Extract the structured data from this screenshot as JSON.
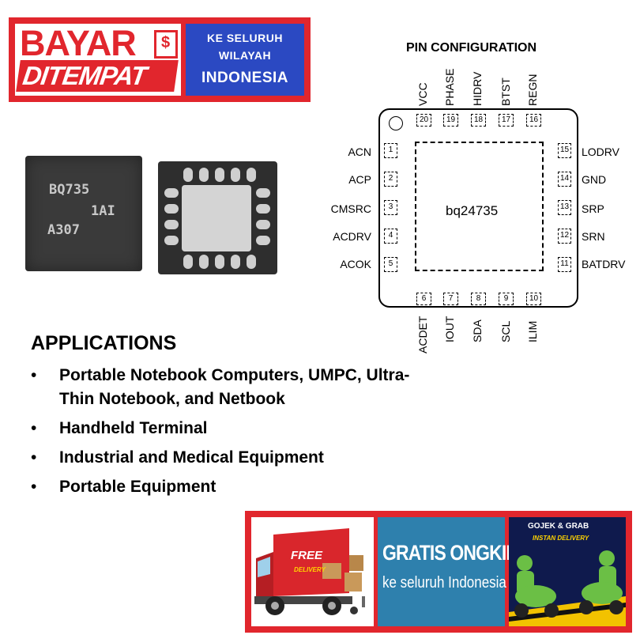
{
  "banner": {
    "line1": "BAYAR",
    "line2": "DITEMPAT",
    "right_line1": "KE SELURUH",
    "right_line2": "WILAYAH",
    "right_line3": "INDONESIA"
  },
  "chip_photo": {
    "marking_line1": "BQ735",
    "marking_line2": "1AI",
    "marking_line3": "A307"
  },
  "pin_config": {
    "title": "PIN CONFIGURATION",
    "part": "bq24735",
    "top_pins": [
      {
        "num": "20",
        "name": "VCC"
      },
      {
        "num": "19",
        "name": "PHASE"
      },
      {
        "num": "18",
        "name": "HIDRV"
      },
      {
        "num": "17",
        "name": "BTST"
      },
      {
        "num": "16",
        "name": "REGN"
      }
    ],
    "left_pins": [
      {
        "num": "1",
        "name": "ACN"
      },
      {
        "num": "2",
        "name": "ACP"
      },
      {
        "num": "3",
        "name": "CMSRC"
      },
      {
        "num": "4",
        "name": "ACDRV"
      },
      {
        "num": "5",
        "name": "ACOK"
      }
    ],
    "right_pins": [
      {
        "num": "15",
        "name": "LODRV"
      },
      {
        "num": "14",
        "name": "GND"
      },
      {
        "num": "13",
        "name": "SRP"
      },
      {
        "num": "12",
        "name": "SRN"
      },
      {
        "num": "11",
        "name": "BATDRV"
      }
    ],
    "bottom_pins": [
      {
        "num": "6",
        "name": "ACDET"
      },
      {
        "num": "7",
        "name": "IOUT"
      },
      {
        "num": "8",
        "name": "SDA"
      },
      {
        "num": "9",
        "name": "SCL"
      },
      {
        "num": "10",
        "name": "ILIM"
      }
    ]
  },
  "applications": {
    "title": "APPLICATIONS",
    "items": [
      "Portable Notebook Computers, UMPC, Ultra-Thin Notebook, and Netbook",
      "Handheld Terminal",
      "Industrial and Medical Equipment",
      "Portable Equipment"
    ]
  },
  "promo": {
    "truck_label": "FREE",
    "truck_sub": "DELIVERY",
    "gratis": "GRATIS ONGKIR",
    "gratis_sub": "ke seluruh Indonesia",
    "gojek": "GOJEK & GRAB",
    "gojek_sub": "INSTAN DELIVERY"
  },
  "colors": {
    "brand_red": "#e1262d",
    "brand_blue": "#2b49c2",
    "ongkir_blue": "#2e80ad",
    "gojek_green": "#6bbf45"
  }
}
